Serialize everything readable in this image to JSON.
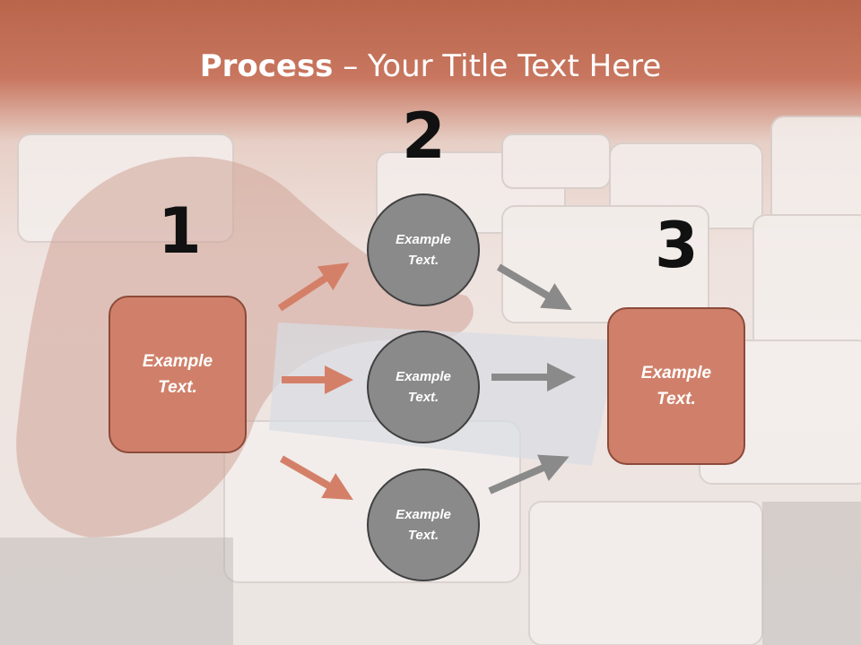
{
  "slide": {
    "title_bold": "Process",
    "title_rest": " – Your Title Text Here",
    "steps": [
      {
        "number": "1",
        "text_line1": "Example",
        "text_line2": "Text."
      },
      {
        "number": "2"
      },
      {
        "number": "3",
        "text_line1": "Example",
        "text_line2": "Text."
      }
    ],
    "circles": [
      {
        "text_line1": "Example",
        "text_line2": "Text."
      },
      {
        "text_line1": "Example",
        "text_line2": "Text."
      },
      {
        "text_line1": "Example",
        "text_line2": "Text."
      }
    ],
    "colors": {
      "header": "#c0694f",
      "box_fill": "#d0806a",
      "box_border": "#8c4a3a",
      "circle_fill": "#8a8a8a",
      "circle_border": "#404040",
      "arrow_orange": "#d48068",
      "arrow_gray": "#8a8a8a"
    }
  }
}
